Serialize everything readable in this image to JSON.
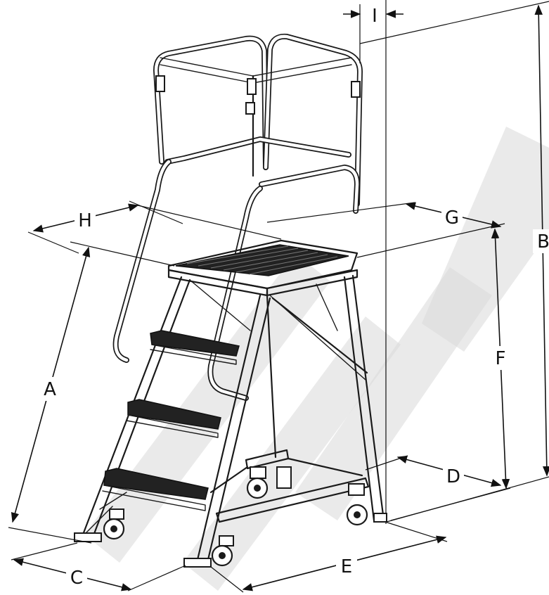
{
  "labels": {
    "a": "A",
    "b": "B",
    "c": "C",
    "d": "D",
    "e": "E",
    "f": "F",
    "g": "G",
    "h": "H",
    "i": "I"
  },
  "colors": {
    "line": "#1a1a1a",
    "tread": "#222222",
    "watermark": "#d9d9d9",
    "background": "#ffffff"
  }
}
